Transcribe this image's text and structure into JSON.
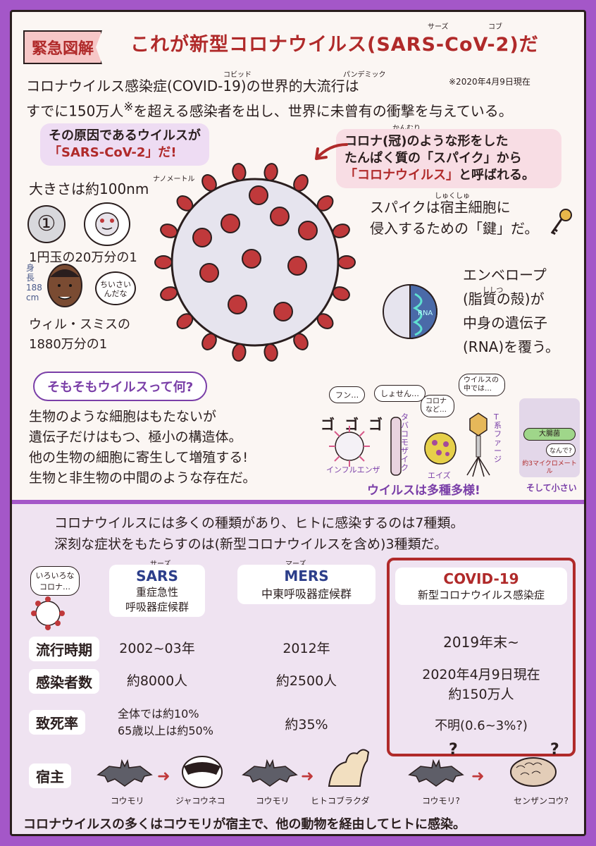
{
  "header": {
    "badge": "緊急図解",
    "title": "これが新型コロナウイルス(SARS-CoV-2)だ",
    "ruby_sars": "サーズ",
    "ruby_cov": "コブ"
  },
  "intro": {
    "line1": "コロナウイルス感染症(COVID-19)の世界的大流行は",
    "line2": "すでに150万人",
    "line2_mark": "※",
    "line2_rest": "を超える感染者を出し、世界に未曾有の衝撃を与えている。",
    "ruby_covid": "コビッド",
    "ruby_pandemic": "パンデミック",
    "date_note": "※2020年4月9日現在"
  },
  "cause": {
    "line1": "その原因であるウイルスが",
    "line2": "「SARS-CoV-2」だ!"
  },
  "spike": {
    "line1": "コロナ(冠)のような形をした",
    "ruby_kan": "かんむり",
    "line2": "たんぱく質の「スパイク」から",
    "line3_name": "「コロナウイルス」",
    "line3_rest": "と呼ばれる。",
    "key1": "スパイクは宿主細胞に",
    "ruby_shukushu": "しゅくしゅ",
    "key2": "侵入するための「鍵」だ。"
  },
  "size": {
    "label": "大きさは約100nm",
    "ruby_nm": "ナノメートル",
    "coin_symbol": "①",
    "yen_text": "1円玉の20万分の1",
    "height_label": "身長",
    "height_value": "188",
    "height_unit": "cm",
    "bubble": "ちいさいんだな",
    "smith_text1": "ウィル・スミスの",
    "smith_text2": "1880万分の1"
  },
  "envelope": {
    "line1": "エンベロープ",
    "line2": "(脂質の殻)が",
    "ruby_shishitsu": "ししつ",
    "line3": "中身の遺伝子",
    "line4": "(RNA)を覆う。",
    "rna_label": "RNA"
  },
  "what": {
    "heading": "そもそもウイルスって何?",
    "line1": "生物のような細胞はもたないが",
    "line2": "遺伝子だけはもつ、極小の構造体。",
    "line3": "他の生物の細胞に寄生して増殖する!",
    "line4": "生物と非生物の中間のような存在だ。"
  },
  "viruses": {
    "bubbles": [
      "フン…",
      "しょせん…",
      "コロナなど…",
      "ウイルスの中では…"
    ],
    "names": [
      "インフルエンザ",
      "タバコモザイク",
      "エイズ",
      "T系ファージ"
    ],
    "sfx": "ゴゴゴ",
    "caption": "ウイルスは多種多様!",
    "bacteria": "大腸菌",
    "bact_bubble": "なんで?",
    "bact_size": "約3マイクロメートル",
    "bact_caption": "そして小さい"
  },
  "lower": {
    "line1": "コロナウイルスには多くの種類があり、ヒトに感染するのは7種類。",
    "line2": "深刻な症状をもたらすのは(新型コロナウイルスを含め)3種類だ。",
    "bubble": "いろいろなコロナ…"
  },
  "table": {
    "rows": [
      "流行時期",
      "感染者数",
      "致死率",
      "宿主"
    ],
    "sars": {
      "ruby": "サーズ",
      "name": "SARS",
      "desc1": "重症急性",
      "desc2": "呼吸器症候群",
      "period": "2002~03年",
      "cases": "約8000人",
      "fatality1": "全体では約10%",
      "fatality2": "65歳以上は約50%",
      "host_from": "コウモリ",
      "host_to": "ジャコウネコ"
    },
    "mers": {
      "ruby": "マーズ",
      "name": "MERS",
      "desc": "中東呼吸器症候群",
      "period": "2012年",
      "cases": "約2500人",
      "fatality": "約35%",
      "host_from": "コウモリ",
      "host_to": "ヒトコブラクダ"
    },
    "covid": {
      "name": "COVID-19",
      "desc": "新型コロナウイルス感染症",
      "period": "2019年末~",
      "cases1": "2020年4月9日現在",
      "cases2": "約150万人",
      "fatality": "不明(0.6~3%?)",
      "host_from": "コウモリ?",
      "host_to": "センザンコウ?"
    }
  },
  "footer": "コロナウイルスの多くはコウモリが宿主で、他の動物を経由してヒトに感染。",
  "colors": {
    "accent": "#b02a2a",
    "purple": "#a457c8",
    "spike": "#c0393b"
  }
}
